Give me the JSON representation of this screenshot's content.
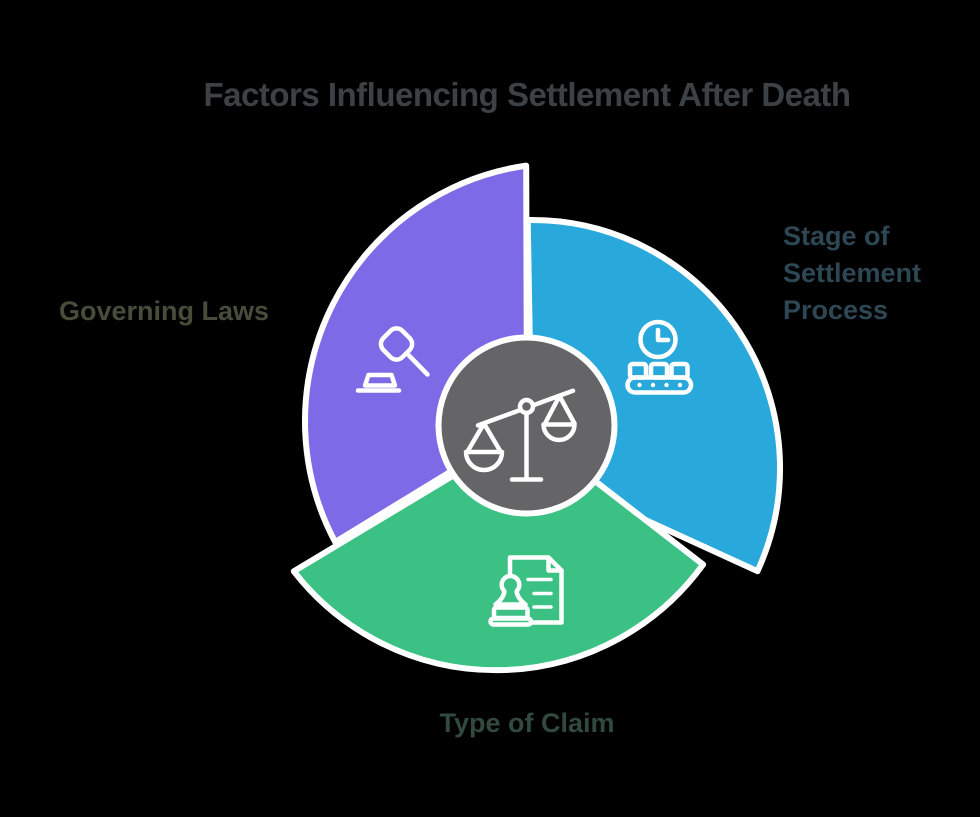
{
  "palette": {
    "background": "#000000",
    "outline": "#ffffff"
  },
  "title": {
    "text": "Factors Influencing Settlement After Death",
    "color": "#3c4145"
  },
  "center_hub": {
    "icon": "balance-scale-icon",
    "fill": "#656466"
  },
  "segments": [
    {
      "name": "governing-laws",
      "label": "Governing Laws",
      "color": "#7d6ae6",
      "label_color": "#474c3b",
      "icon": "gavel-icon"
    },
    {
      "name": "stage-of-settlement-process",
      "label": "Stage of Settlement Process",
      "label_lines": [
        "Stage of",
        "Settlement",
        "Process"
      ],
      "color": "#29a8dc",
      "label_color": "#2d4754",
      "icon": "conveyor-belt-clock-icon"
    },
    {
      "name": "type-of-claim",
      "label": "Type of Claim",
      "color": "#3bc183",
      "label_color": "#314a3d",
      "icon": "document-stamp-icon"
    }
  ]
}
